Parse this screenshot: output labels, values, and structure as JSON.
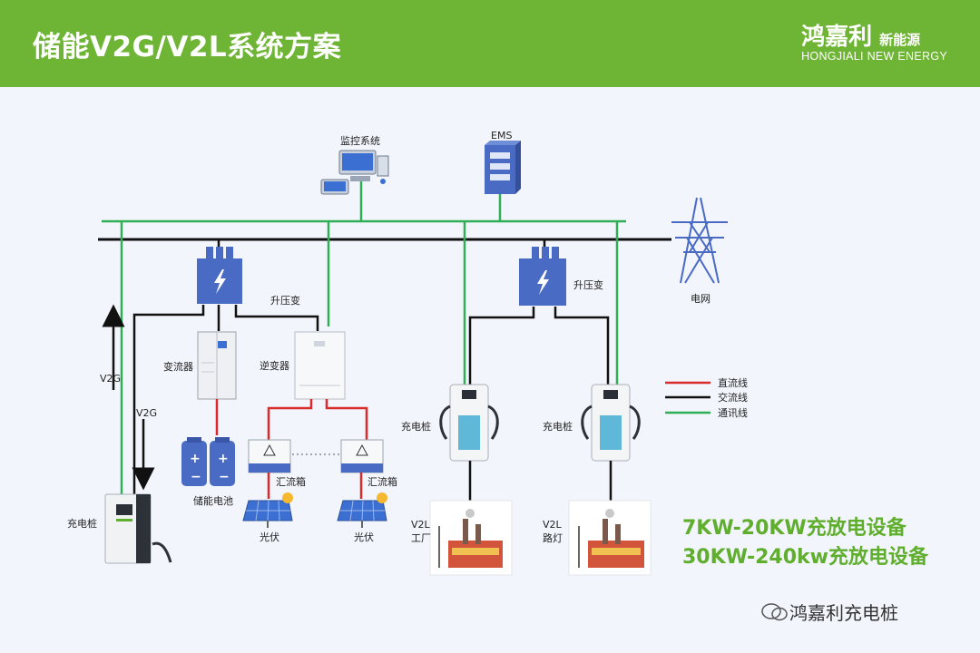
{
  "header": {
    "title": "储能V2G/V2L系统方案"
  },
  "brand": {
    "name_cn": "鸿嘉利",
    "sub_cn": "新能源",
    "name_en": "HONGJIALI NEW ENERGY"
  },
  "nodes": {
    "monitoring": "监控系统",
    "ems": "EMS",
    "step_up_left": "升压变",
    "step_up_right": "升压变",
    "grid": "电网",
    "converter": "变流器",
    "inverter": "逆变器",
    "battery": "储能电池",
    "combiner_left": "汇流箱",
    "combiner_right": "汇流箱",
    "pv_left": "光伏",
    "pv_right": "光伏",
    "charger_left": "充电桩",
    "charger_mid": "充电桩",
    "charger_right": "充电桩",
    "v2g_up": "V2G",
    "v2g_down": "V2G",
    "v2l_factory_a": "V2L",
    "v2l_factory_b": "工厂",
    "v2l_light_a": "V2L",
    "v2l_light_b": "路灯"
  },
  "legend": [
    {
      "label": "直流线",
      "color": "#d92b2b"
    },
    {
      "label": "交流线",
      "color": "#111111"
    },
    {
      "label": "通讯线",
      "color": "#2fae55"
    }
  ],
  "notes": [
    "7KW-20KW充放电设备",
    "30KW-240kw充放电设备"
  ],
  "watermark": "鸿嘉利充电桩",
  "colors": {
    "header": "#6fb535",
    "dc": "#d92b2b",
    "ac": "#111111",
    "comm": "#2fae55",
    "transformer": "#4a6bc4"
  }
}
